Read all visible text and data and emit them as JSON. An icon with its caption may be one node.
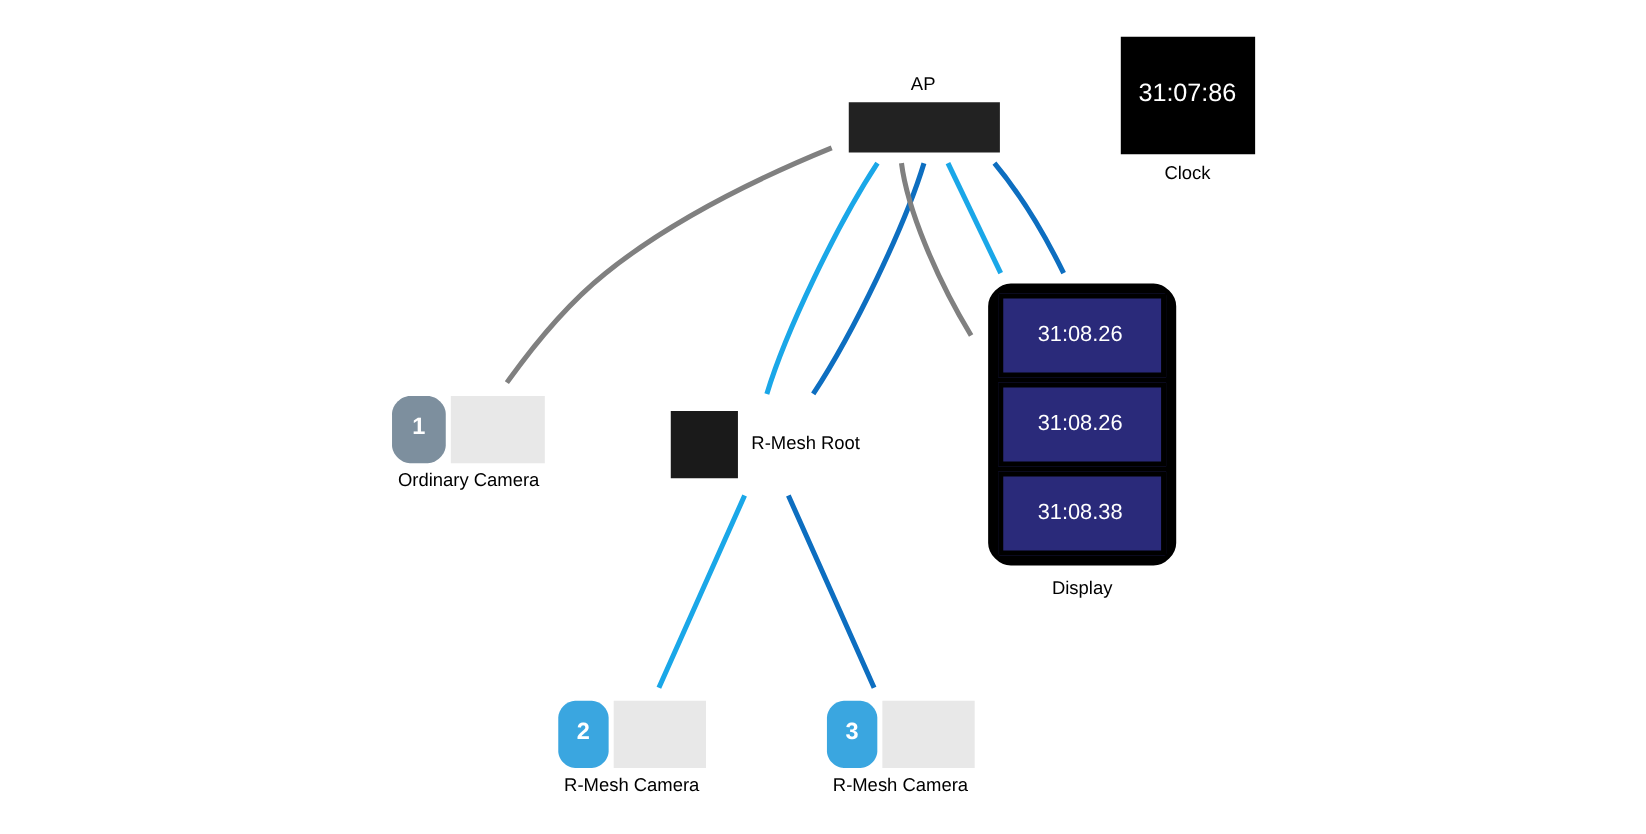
{
  "diagram": {
    "nodes": [
      {
        "text": [
          "AP"
        ]
      },
      {
        "text": [
          "1",
          "Ordinary Camera"
        ]
      },
      {
        "text": [
          "R-Mesh Root"
        ]
      },
      {
        "text": [
          "2",
          "R-Mesh Camera"
        ]
      },
      {
        "text": [
          "3",
          "R-Mesh Camera"
        ]
      },
      {
        "text": [
          "31:08.26",
          "31:08.26",
          "31:08.38",
          "Display"
        ]
      },
      {
        "text": [
          "31:07:86",
          "Clock"
        ]
      }
    ],
    "edges": [
      {
        "from": 0,
        "to": 1,
        "arrow": "none",
        "color": "#808080"
      },
      {
        "from": 0,
        "to": 2,
        "arrow": "none",
        "color": "#1aa7e8"
      },
      {
        "from": 0,
        "to": 2,
        "arrow": "none",
        "color": "#0d6ec0"
      },
      {
        "from": 0,
        "to": 5,
        "arrow": "none",
        "color": "#808080"
      },
      {
        "from": 0,
        "to": 5,
        "arrow": "none",
        "color": "#1aa7e8"
      },
      {
        "from": 0,
        "to": 5,
        "arrow": "none",
        "color": "#0d6ec0"
      },
      {
        "from": 2,
        "to": 3,
        "arrow": "none",
        "color": "#1aa7e8"
      },
      {
        "from": 2,
        "to": 4,
        "arrow": "none",
        "color": "#0d6ec0"
      }
    ]
  }
}
